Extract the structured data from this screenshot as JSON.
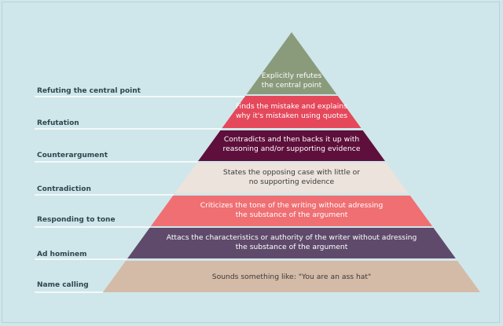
{
  "colors": {
    "background": "#cfe7ea",
    "tier_refuting": "#8a9b7b",
    "tier_refutation": "#e5485b",
    "tier_counterargument": "#5e0f3b",
    "tier_contradiction": "#ebe3dc",
    "tier_responding_to_tone": "#ef6f73",
    "tier_ad_hominem": "#5f4a6b",
    "tier_name_calling": "#d4bba7"
  },
  "levels": [
    {
      "label": "Refuting the central point",
      "line1": "Explicitly refutes",
      "line2": "the central point",
      "color": "#8a9b7b",
      "text_color": "#ffffff"
    },
    {
      "label": "Refutation",
      "line1": "Finds the mistake and explains",
      "line2": "why it's mistaken using quotes",
      "color": "#e5485b",
      "text_color": "#ffffff"
    },
    {
      "label": "Counterargument",
      "line1": "Contradicts and then backs it up with",
      "line2": "reasoning and/or supporting evidence",
      "color": "#5e0f3b",
      "text_color": "#ffffff"
    },
    {
      "label": "Contradiction",
      "line1": "States the opposing case with little or",
      "line2": "no supporting evidence",
      "color": "#ebe3dc",
      "text_color": "#3a3a3a"
    },
    {
      "label": "Responding to tone",
      "line1": "Criticizes the tone of the writing without adressing",
      "line2": "the substance of the argument",
      "color": "#ef6f73",
      "text_color": "#ffffff"
    },
    {
      "label": "Ad hominem",
      "line1": "Attacs the characteristics or authority of the writer without adressing",
      "line2": "the substance of the argument",
      "color": "#5f4a6b",
      "text_color": "#ffffff"
    },
    {
      "label": "Name calling",
      "line1": "Sounds something like: \"You are an ass hat\"",
      "line2": "",
      "color": "#d4bba7",
      "text_color": "#3a3a3a"
    }
  ]
}
